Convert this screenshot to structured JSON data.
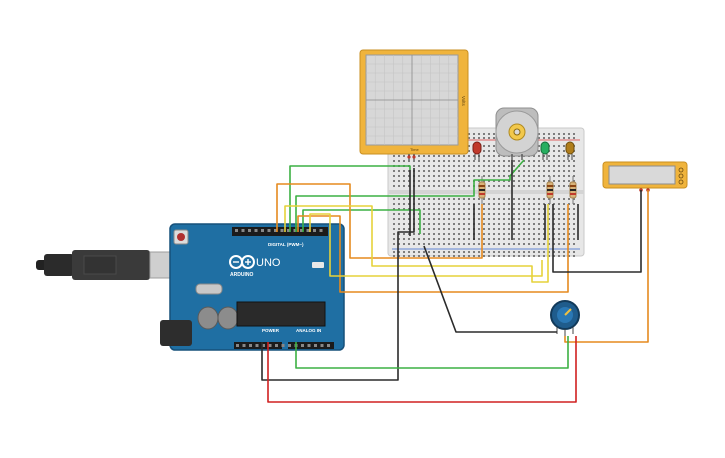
{
  "arduino": {
    "logo_text": "ARDUINO",
    "model_text": "UNO",
    "digital_label": "DIGITAL (PWM~)",
    "power_label": "POWER",
    "analog_label": "ANALOG IN"
  },
  "oscilloscope": {
    "side_label": "Volts",
    "bottom_label": "Time"
  },
  "wire_colors": {
    "green": "#3cb043",
    "orange": "#e58a1f",
    "yellow": "#e6d23a",
    "black": "#2b2b2b",
    "red": "#d02020"
  },
  "component_colors": {
    "board_blue": "#1f6fa3",
    "breadboard": "#e7e7e7",
    "instrument_frame": "#f0b43c",
    "led_red": "#c0392b",
    "led_green": "#27ae60",
    "led_amber": "#b07d1a"
  },
  "icons": [
    "usb-cable-icon",
    "dc-motor-icon",
    "potentiometer-icon",
    "led-icon",
    "resistor-icon"
  ]
}
